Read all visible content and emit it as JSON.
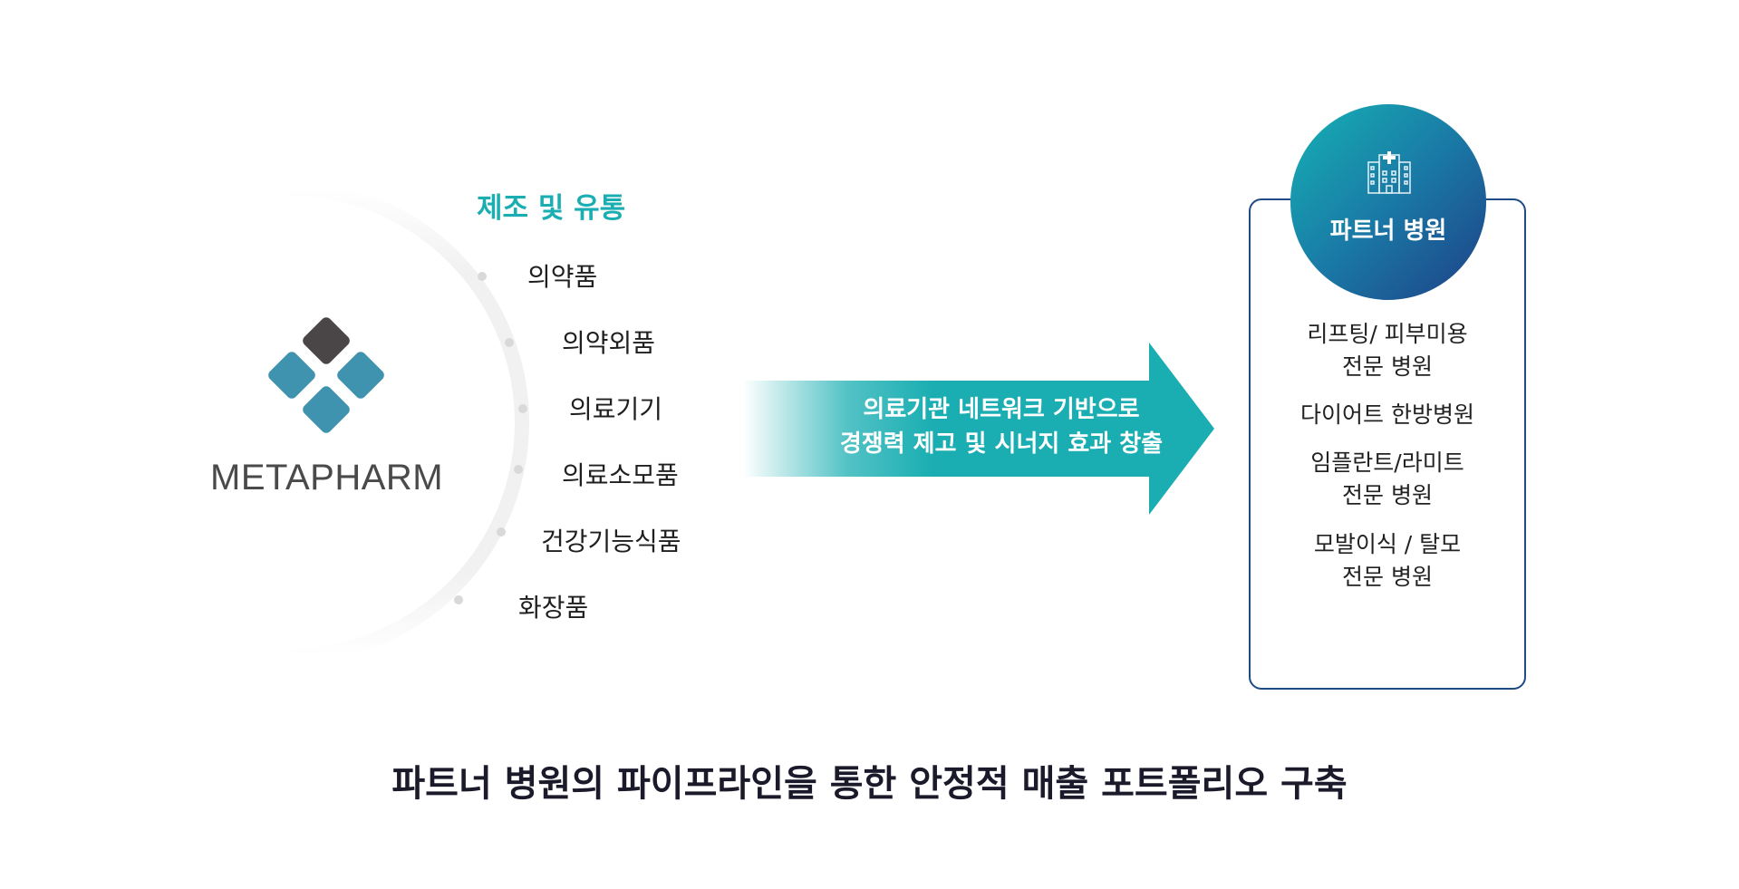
{
  "logo": {
    "text": "METAPHARM"
  },
  "manufacturing": {
    "title": "제조 및 유통",
    "items": [
      "의약품",
      "의약외품",
      "의료기기",
      "의료소모품",
      "건강기능식품",
      "화장품"
    ]
  },
  "arrow": {
    "line1": "의료기관 네트워크 기반으로",
    "line2": "경쟁력 제고 및 시너지 효과 창출"
  },
  "partner": {
    "title": "파트너 병원",
    "icon": "hospital-icon",
    "items": [
      {
        "line1": "리프팅/ 피부미용",
        "line2": "전문 병원"
      },
      {
        "line1": "다이어트 한방병원",
        "line2": ""
      },
      {
        "line1": "임플란트/라미트",
        "line2": "전문 병원"
      },
      {
        "line1": "모발이식 / 탈모",
        "line2": "전문 병원"
      }
    ]
  },
  "footer": {
    "title": "파트너 병원의 파이프라인을 통한 안정적 매출 포트폴리오 구축"
  },
  "colors": {
    "teal": "#1aaeb2",
    "navy": "#1e4b84",
    "logo_blue": "#3f93ae",
    "logo_dark": "#4a4546"
  }
}
